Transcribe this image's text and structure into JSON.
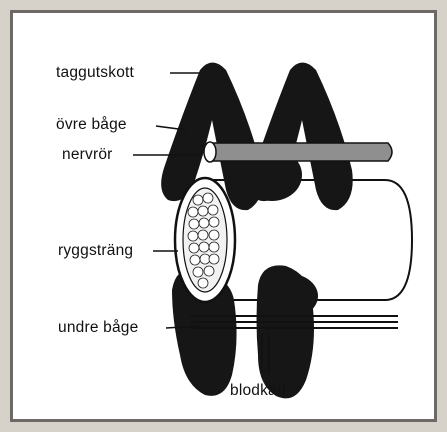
{
  "diagram": {
    "labels": {
      "spine": "taggutskott",
      "upper_arch": "övre båge",
      "nerve_tube": "nervrör",
      "notochord": "ryggsträng",
      "lower_arch": "undre båge",
      "blood_vessels": "blodkärl"
    },
    "colors": {
      "arch": "#161616",
      "outline": "#111111",
      "nerve_tube": "#8f8f8f",
      "background": "#ffffff",
      "frame": "#6d6a65"
    }
  }
}
